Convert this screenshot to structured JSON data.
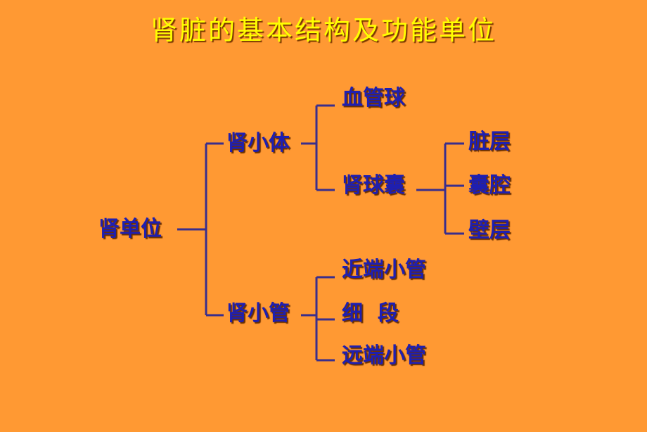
{
  "title": "肾脏的基本结构及功能单位",
  "diagram": {
    "root": "肾单位",
    "level1": {
      "corpuscle": "肾小体",
      "tubule": "肾小管"
    },
    "corpuscle_children": {
      "glomerulus": "血管球",
      "capsule": "肾球囊"
    },
    "capsule_children": {
      "visceral": "脏层",
      "cavity": "囊腔",
      "parietal": "壁层"
    },
    "tubule_children": {
      "proximal": "近端小管",
      "thin": "细  段",
      "distal": "远端小管"
    }
  },
  "colors": {
    "background": "#FF9933",
    "title": "#FFFF00",
    "node_text": "#1F1FB0",
    "connector": "#3A2E8C"
  }
}
